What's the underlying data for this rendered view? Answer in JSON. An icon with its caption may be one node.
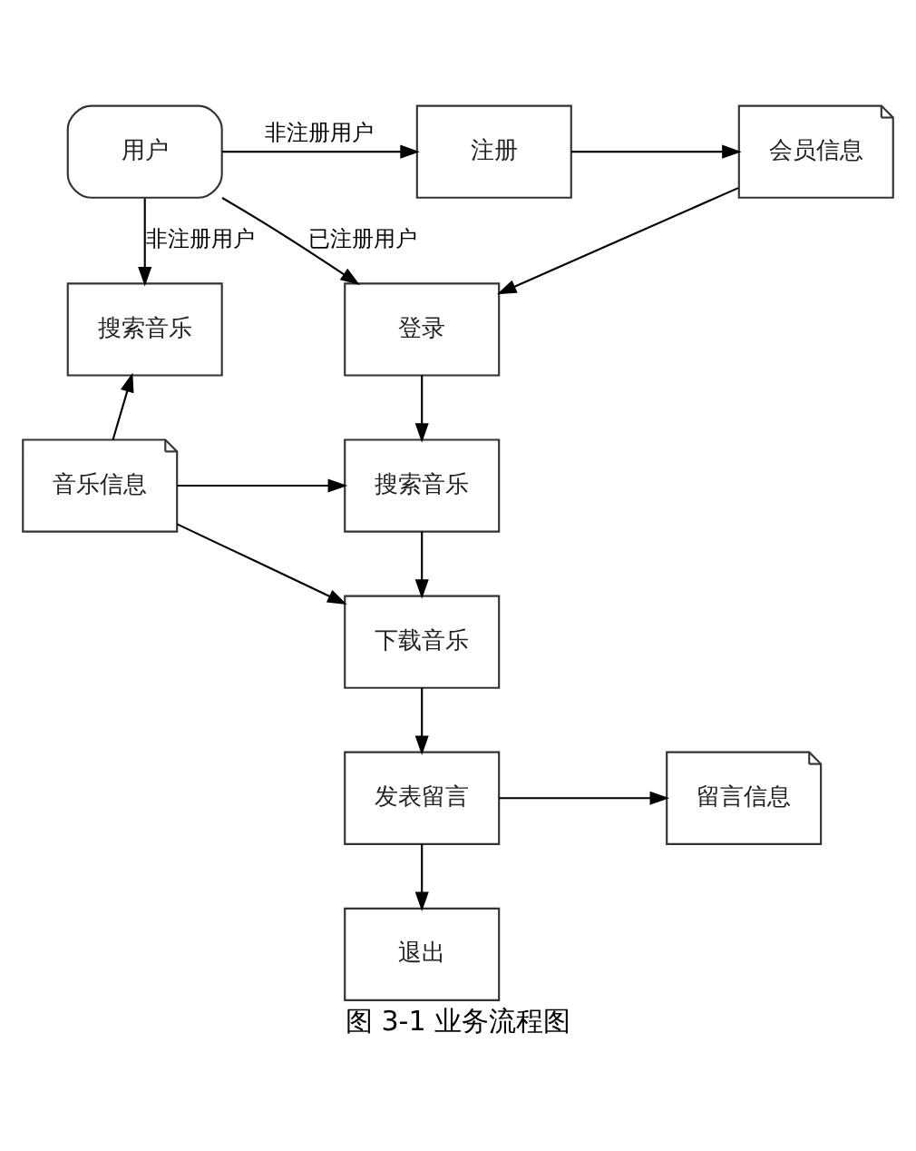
{
  "diagram": {
    "caption": "图 3-1 业务流程图",
    "nodes": [
      {
        "text": [
          "用户"
        ]
      },
      {
        "text": [
          "注册"
        ]
      },
      {
        "text": [
          "会员信息"
        ]
      },
      {
        "text": [
          "搜索音乐"
        ]
      },
      {
        "text": [
          "登录"
        ]
      },
      {
        "text": [
          "音乐信息"
        ]
      },
      {
        "text": [
          "搜索音乐"
        ]
      },
      {
        "text": [
          "下载音乐"
        ]
      },
      {
        "text": [
          "发表留言"
        ]
      },
      {
        "text": [
          "留言信息"
        ]
      },
      {
        "text": [
          "退出"
        ]
      }
    ],
    "edges": [
      {
        "from": 0,
        "to": 1,
        "arrow": "to",
        "label": "非注册用户"
      },
      {
        "from": 1,
        "to": 2,
        "arrow": "to"
      },
      {
        "from": 0,
        "to": 3,
        "arrow": "to",
        "label": "非注册用户"
      },
      {
        "from": 0,
        "to": 4,
        "arrow": "to",
        "label": "已注册用户"
      },
      {
        "from": 2,
        "to": 4,
        "arrow": "to"
      },
      {
        "from": 5,
        "to": 3,
        "arrow": "to"
      },
      {
        "from": 4,
        "to": 6,
        "arrow": "to"
      },
      {
        "from": 5,
        "to": 6,
        "arrow": "to"
      },
      {
        "from": 5,
        "to": 7,
        "arrow": "to"
      },
      {
        "from": 6,
        "to": 7,
        "arrow": "to"
      },
      {
        "from": 7,
        "to": 8,
        "arrow": "to"
      },
      {
        "from": 8,
        "to": 9,
        "arrow": "to"
      },
      {
        "from": 8,
        "to": 10,
        "arrow": "to"
      }
    ]
  }
}
